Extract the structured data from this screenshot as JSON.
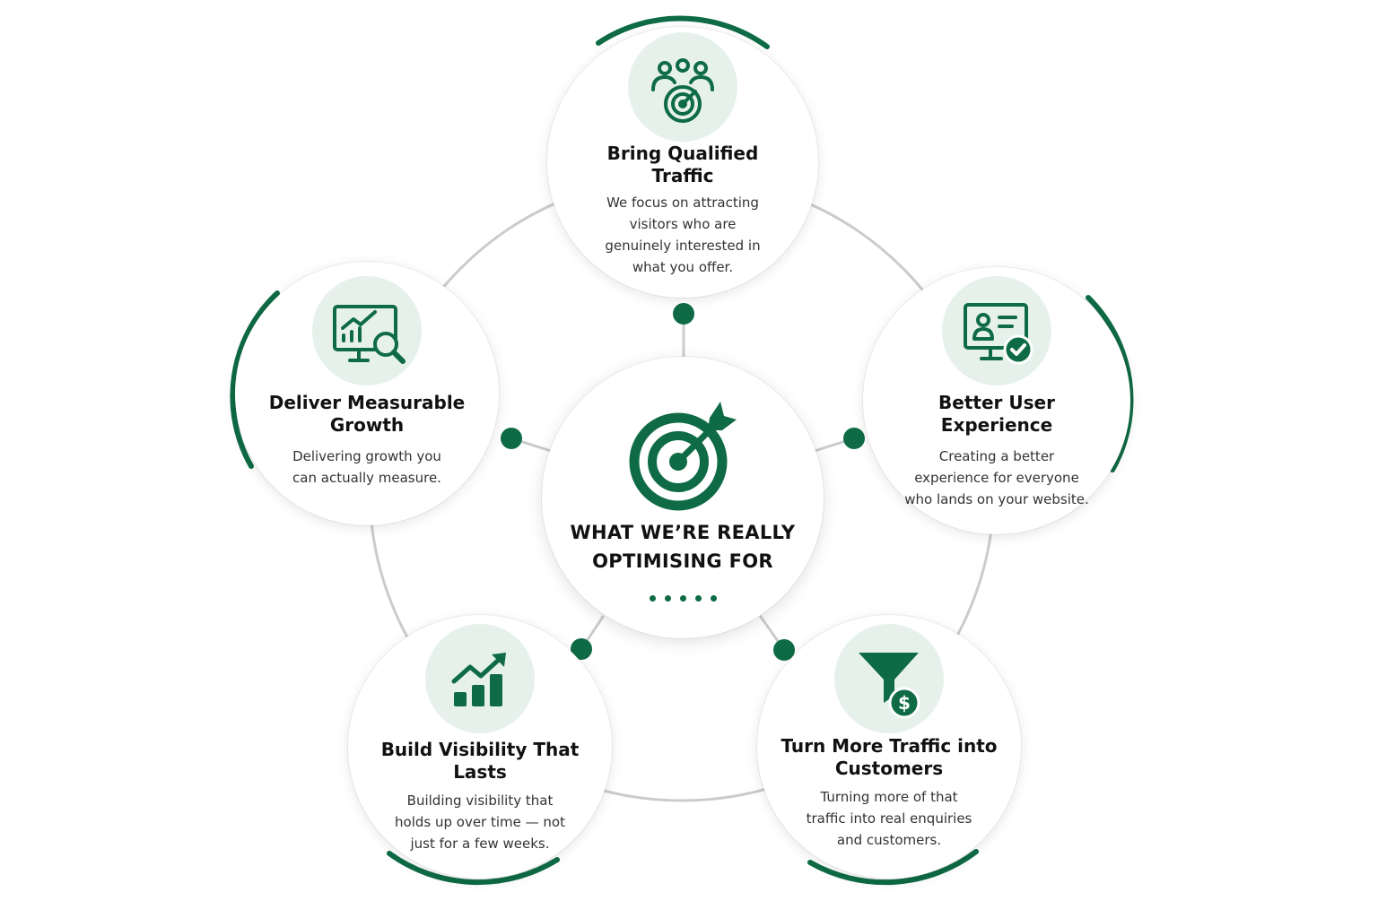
{
  "center": {
    "title": "WHAT WE’RE REALLY\nOPTIMISING FOR",
    "icon": "target-arrow-icon"
  },
  "nodes": [
    {
      "id": "bring-qualified-traffic",
      "title": "Bring Qualified\nTraffic",
      "description": "We focus on attracting visitors who are genuinely interested in what you offer.",
      "icon": "audience-target-icon"
    },
    {
      "id": "better-user-experience",
      "title": "Better User\nExperience",
      "description": "Creating a better experience for everyone who lands on your website.",
      "icon": "monitor-user-check-icon"
    },
    {
      "id": "turn-traffic-into-customers",
      "title": "Turn More Traffic into\nCustomers",
      "description": "Turning more of that traffic into real enquiries and customers.",
      "icon": "funnel-dollar-icon"
    },
    {
      "id": "build-visibility-that-lasts",
      "title": "Build Visibility That\nLasts",
      "description": "Building visibility that holds up over time — not just for a few weeks.",
      "icon": "growth-bars-arrow-icon"
    },
    {
      "id": "deliver-measurable-growth",
      "title": "Deliver Measurable\nGrowth",
      "description": "Delivering growth you can actually measure.",
      "icon": "analytics-magnifier-icon"
    }
  ],
  "colors": {
    "accent": "#0e6b45",
    "icon_background": "#e6f1ec",
    "connector": "#c9cccf",
    "text": "#111111"
  }
}
